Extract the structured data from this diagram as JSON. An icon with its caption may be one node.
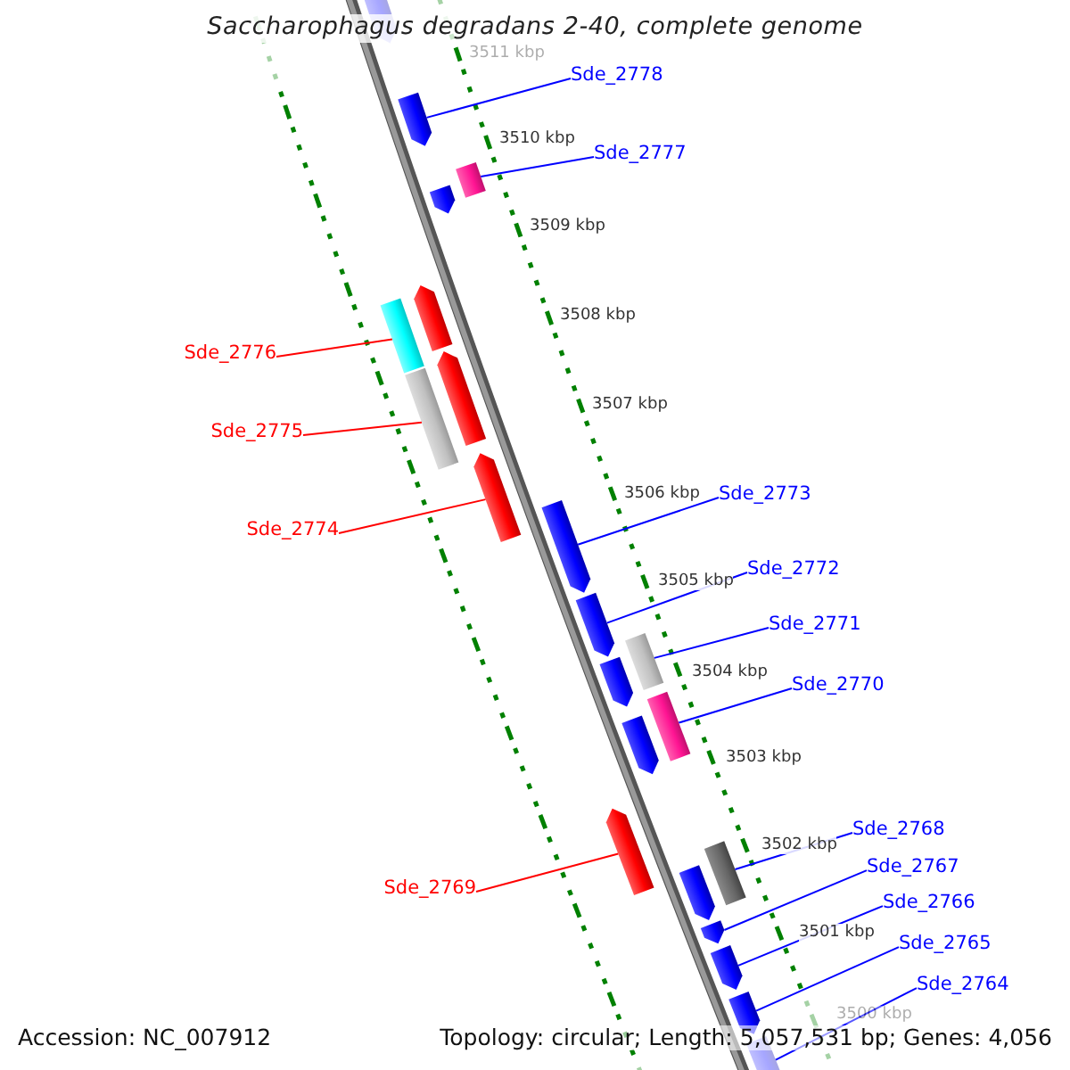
{
  "diagram": {
    "title": "Saccharophagus degradans 2-40, complete genome",
    "nodes": [
      {
        "text": [
          "Sde_2778"
        ]
      },
      {
        "text": [
          "Sde_2777"
        ]
      },
      {
        "text": [
          "Sde_2776"
        ]
      },
      {
        "text": [
          "Sde_2775"
        ]
      },
      {
        "text": [
          "Sde_2774"
        ]
      },
      {
        "text": [
          "Sde_2773"
        ]
      },
      {
        "text": [
          "Sde_2772"
        ]
      },
      {
        "text": [
          "Sde_2771"
        ]
      },
      {
        "text": [
          "Sde_2770"
        ]
      },
      {
        "text": [
          "Sde_2769"
        ]
      },
      {
        "text": [
          "Sde_2768"
        ]
      },
      {
        "text": [
          "Sde_2767"
        ]
      },
      {
        "text": [
          "Sde_2766"
        ]
      },
      {
        "text": [
          "Sde_2765"
        ]
      },
      {
        "text": [
          "Sde_2764"
        ]
      },
      {
        "text": [],
        "shape": "pentagon"
      },
      {
        "text": [],
        "shape": "pentagon"
      },
      {
        "text": [],
        "shape": "pentagon"
      },
      {
        "text": [],
        "shape": "box"
      },
      {
        "text": [],
        "shape": "box"
      },
      {
        "text": [],
        "shape": "pentagon"
      },
      {
        "text": [],
        "shape": "box"
      },
      {
        "text": [],
        "shape": "pentagon"
      },
      {
        "text": [],
        "shape": "pentagon"
      },
      {
        "text": [],
        "shape": "pentagon"
      },
      {
        "text": [],
        "shape": "pentagon"
      },
      {
        "text": [],
        "shape": "pentagon"
      },
      {
        "text": [],
        "shape": "box"
      },
      {
        "text": [],
        "shape": "pentagon"
      },
      {
        "text": [],
        "shape": "box"
      },
      {
        "text": [],
        "shape": "pentagon"
      },
      {
        "text": [],
        "shape": "pentagon"
      },
      {
        "text": [],
        "shape": "box"
      },
      {
        "text": [],
        "shape": "pentagon"
      },
      {
        "text": [],
        "shape": "pentagon"
      },
      {
        "text": [],
        "shape": "pentagon"
      },
      {
        "text": [],
        "shape": "pentagon"
      }
    ],
    "edges": [
      {
        "from": 0,
        "to": 16,
        "arrow": "none"
      },
      {
        "from": 1,
        "to": 18,
        "arrow": "none"
      },
      {
        "from": 2,
        "to": 19,
        "arrow": "none",
        "color": "#ff0000"
      },
      {
        "from": 3,
        "to": 21,
        "arrow": "none",
        "color": "#ff0000"
      },
      {
        "from": 4,
        "to": 23,
        "arrow": "none",
        "color": "#ff0000"
      },
      {
        "from": 5,
        "to": 24,
        "arrow": "none"
      },
      {
        "from": 6,
        "to": 25,
        "arrow": "none"
      },
      {
        "from": 7,
        "to": 27,
        "arrow": "none"
      },
      {
        "from": 8,
        "to": 29,
        "arrow": "none"
      },
      {
        "from": 9,
        "to": 30,
        "arrow": "none",
        "color": "#ff0000"
      },
      {
        "from": 10,
        "to": 32,
        "arrow": "none"
      },
      {
        "from": 11,
        "to": 33,
        "arrow": "none"
      },
      {
        "from": 12,
        "to": 34,
        "arrow": "none"
      },
      {
        "from": 13,
        "to": 35,
        "arrow": "none"
      },
      {
        "from": 14,
        "to": 36,
        "arrow": "none"
      }
    ],
    "labels": [
      "3511 kbp",
      "3510 kbp",
      "3509 kbp",
      "3508 kbp",
      "3507 kbp",
      "3506 kbp",
      "3505 kbp",
      "3504 kbp",
      "3503 kbp",
      "3502 kbp",
      "3501 kbp",
      "3500 kbp",
      "Accession: NC_007912",
      "Topology: circular; Length: 5,057,531 bp; Genes: 4,056"
    ]
  }
}
